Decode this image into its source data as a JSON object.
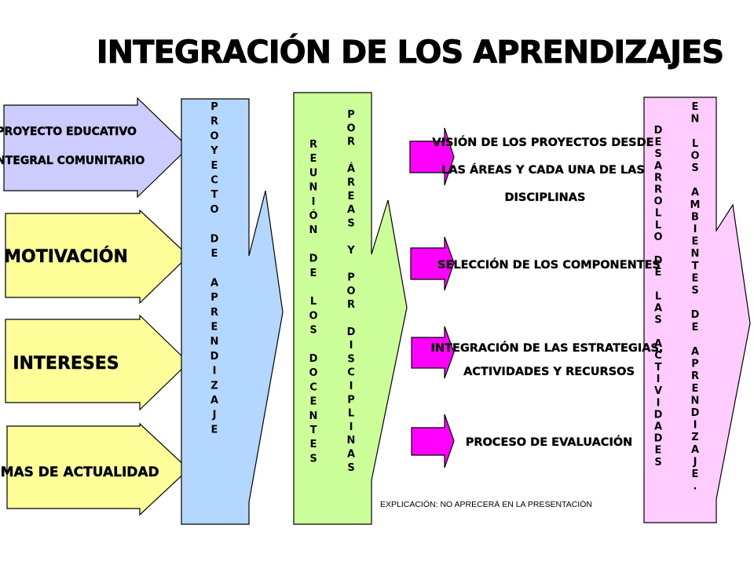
{
  "title": "INTEGRACIÓN DE LOS APRENDIZAJES",
  "inputs": [
    {
      "lines": [
        "PROYECTO EDUCATIVO",
        "INTEGRAL COMUNITARIO"
      ],
      "color": "#ccccff"
    },
    {
      "lines": [
        "MOTIVACIÓN"
      ],
      "color": "#ffff99"
    },
    {
      "lines": [
        "INTERESES"
      ],
      "color": "#ffff99"
    },
    {
      "lines": [
        "TEMAS DE ACTUALIDAD"
      ],
      "color": "#ffff99"
    }
  ],
  "columns": [
    {
      "color": "#b3d7ff",
      "text_columns": [
        "PROYECTO DE APRENDIZAJE"
      ]
    },
    {
      "color": "#ccff99",
      "text_columns": [
        "REUNIÓN DE LOS DOCENTES",
        "POR ÁREAS Y POR DISCIPLINAS"
      ]
    },
    {
      "color": "#ffccff",
      "text_columns": [
        "DESARROLLO DE LAS ACTIVIDADES",
        "EN LOS AMBIENTES DE APRENDIZAJE."
      ]
    }
  ],
  "steps": [
    {
      "lines": [
        "VISIÓN DE LOS PROYECTOS DESDE",
        "LAS ÁREAS Y CADA UNA DE LAS",
        "DISCIPLINAS"
      ]
    },
    {
      "lines": [
        "SELECCIÓN DE LOS COMPONENTES"
      ]
    },
    {
      "lines": [
        "INTEGRACIÓN DE LAS ESTRATEGIAS,",
        "ACTIVIDADES Y RECURSOS"
      ]
    },
    {
      "lines": [
        "PROCESO DE EVALUACIÓN"
      ]
    }
  ],
  "note": "EXPLICACIÓN: NO APRECERÁ EN LA PRESENTACIÓN",
  "colors": {
    "magenta_arrow": "#ff00ff",
    "outline": "#000000"
  }
}
